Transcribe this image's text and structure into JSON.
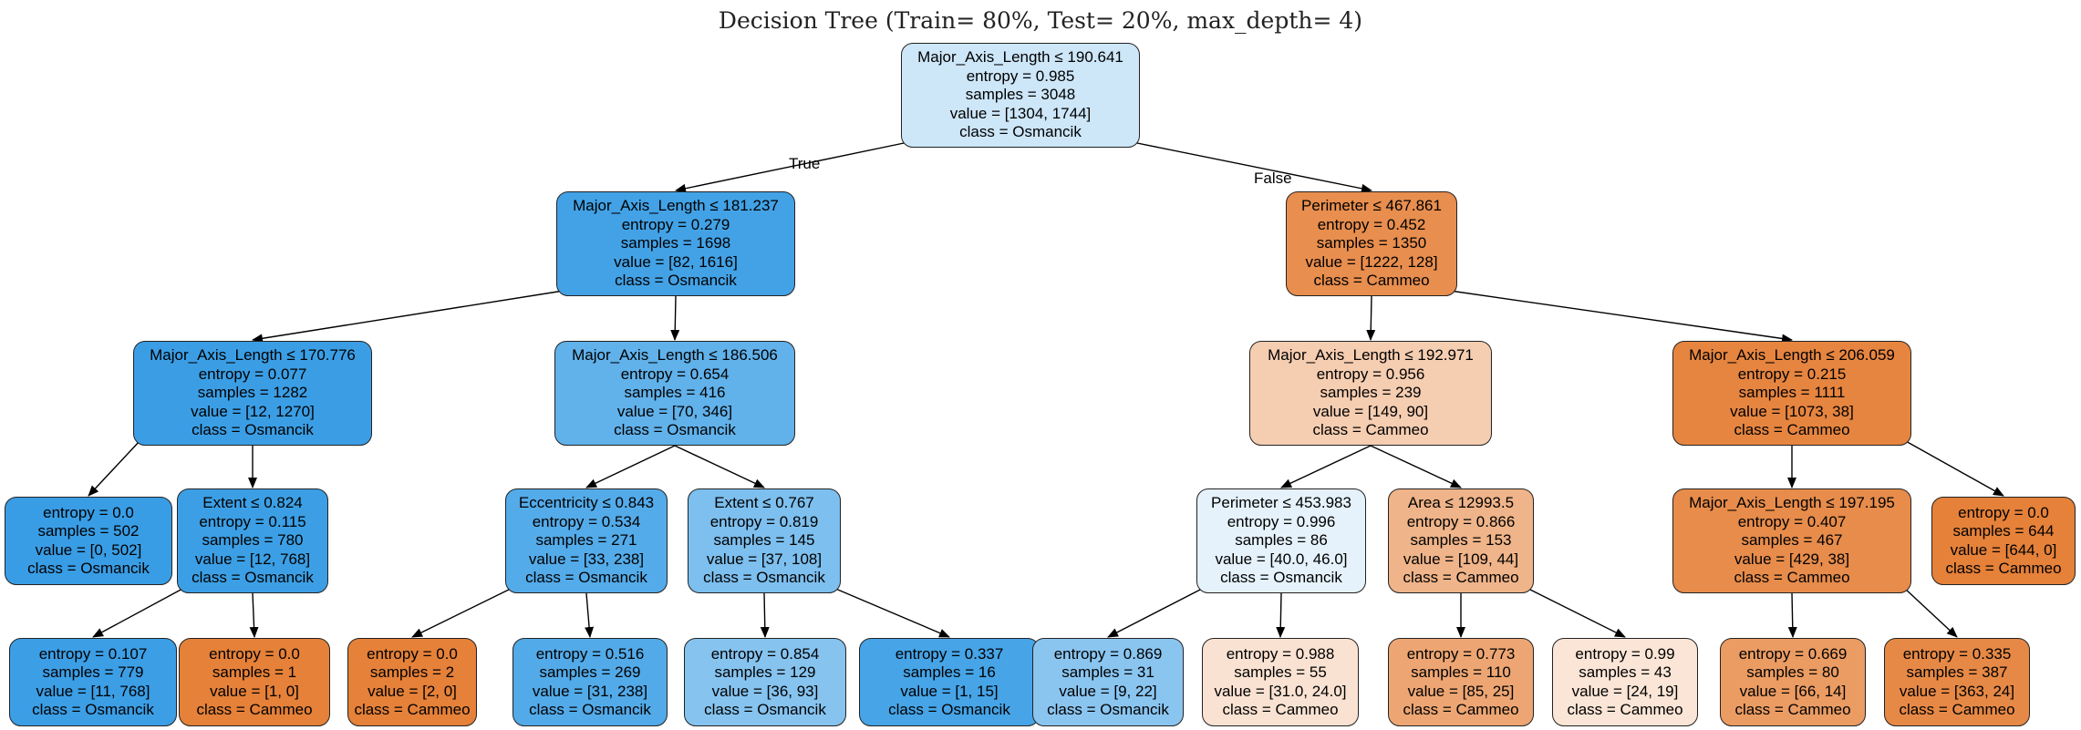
{
  "title": "Decision Tree (Train= 80%, Test= 20%, max_depth= 4)",
  "edge_labels": {
    "true": "True",
    "false": "False"
  },
  "colors": {
    "blue_dark": "#399de5",
    "orange_dark": "#e58139"
  },
  "nodes": [
    {
      "id": "n0",
      "lines": [
        "Major_Axis_Length ≤ 190.641",
        "entropy = 0.985",
        "samples = 3048",
        "value = [1304, 1744]",
        "class = Osmancik"
      ],
      "fill": "#cde6f8"
    },
    {
      "id": "n1",
      "lines": [
        "Major_Axis_Length ≤ 181.237",
        "entropy = 0.279",
        "samples = 1698",
        "value = [82, 1616]",
        "class = Osmancik"
      ],
      "fill": "#43a2e6"
    },
    {
      "id": "n2",
      "lines": [
        "Major_Axis_Length ≤ 170.776",
        "entropy = 0.077",
        "samples = 1282",
        "value = [12, 1270]",
        "class = Osmancik"
      ],
      "fill": "#3b9ee5"
    },
    {
      "id": "n3",
      "lines": [
        "entropy = 0.0",
        "samples = 502",
        "value = [0, 502]",
        "class = Osmancik"
      ],
      "fill": "#399de5"
    },
    {
      "id": "n4",
      "lines": [
        "Extent ≤ 0.824",
        "entropy = 0.115",
        "samples = 780",
        "value = [12, 768]",
        "class = Osmancik"
      ],
      "fill": "#3c9fe5"
    },
    {
      "id": "n5",
      "lines": [
        "entropy = 0.107",
        "samples = 779",
        "value = [11, 768]",
        "class = Osmancik"
      ],
      "fill": "#3c9ee5"
    },
    {
      "id": "n6",
      "lines": [
        "entropy = 0.0",
        "samples = 1",
        "value = [1, 0]",
        "class = Cammeo"
      ],
      "fill": "#e58139"
    },
    {
      "id": "n7",
      "lines": [
        "Major_Axis_Length ≤ 186.506",
        "entropy = 0.654",
        "samples = 416",
        "value = [70, 346]",
        "class = Osmancik"
      ],
      "fill": "#61b1ea"
    },
    {
      "id": "n8",
      "lines": [
        "Eccentricity ≤ 0.843",
        "entropy = 0.534",
        "samples = 271",
        "value = [33, 238]",
        "class = Osmancik"
      ],
      "fill": "#54abe9"
    },
    {
      "id": "n9",
      "lines": [
        "entropy = 0.0",
        "samples = 2",
        "value = [2, 0]",
        "class = Cammeo"
      ],
      "fill": "#e58139"
    },
    {
      "id": "n10",
      "lines": [
        "entropy = 0.516",
        "samples = 269",
        "value = [31, 238]",
        "class = Osmancik"
      ],
      "fill": "#53aae8"
    },
    {
      "id": "n11",
      "lines": [
        "Extent ≤ 0.767",
        "entropy = 0.819",
        "samples = 145",
        "value = [37, 108]",
        "class = Osmancik"
      ],
      "fill": "#7dbfee"
    },
    {
      "id": "n12",
      "lines": [
        "entropy = 0.854",
        "samples = 129",
        "value = [36, 93]",
        "class = Osmancik"
      ],
      "fill": "#86c3ef"
    },
    {
      "id": "n13",
      "lines": [
        "entropy = 0.337",
        "samples = 16",
        "value = [1, 15]",
        "class = Osmancik"
      ],
      "fill": "#46a4e7"
    },
    {
      "id": "n14",
      "lines": [
        "Perimeter ≤ 467.861",
        "entropy = 0.452",
        "samples = 1350",
        "value = [1222, 128]",
        "class = Cammeo"
      ],
      "fill": "#e88e4e"
    },
    {
      "id": "n15",
      "lines": [
        "Major_Axis_Length ≤ 192.971",
        "entropy = 0.956",
        "samples = 239",
        "value = [149, 90]",
        "class = Cammeo"
      ],
      "fill": "#f5cdb1"
    },
    {
      "id": "n16",
      "lines": [
        "Perimeter ≤ 453.983",
        "entropy = 0.996",
        "samples = 86",
        "value = [40.0, 46.0]",
        "class = Osmancik"
      ],
      "fill": "#e5f2fc"
    },
    {
      "id": "n17",
      "lines": [
        "entropy = 0.869",
        "samples = 31",
        "value = [9, 22]",
        "class = Osmancik"
      ],
      "fill": "#8ac5f0"
    },
    {
      "id": "n18",
      "lines": [
        "entropy = 0.988",
        "samples = 55",
        "value = [31.0, 24.0]",
        "class = Cammeo"
      ],
      "fill": "#f9e2d2"
    },
    {
      "id": "n19",
      "lines": [
        "Area ≤ 12993.5",
        "entropy = 0.866",
        "samples = 153",
        "value = [109, 44]",
        "class = Cammeo"
      ],
      "fill": "#efb489"
    },
    {
      "id": "n20",
      "lines": [
        "entropy = 0.773",
        "samples = 110",
        "value = [85, 25]",
        "class = Cammeo"
      ],
      "fill": "#eda673"
    },
    {
      "id": "n21",
      "lines": [
        "entropy = 0.99",
        "samples = 43",
        "value = [24, 19]",
        "class = Cammeo"
      ],
      "fill": "#fae5d6"
    },
    {
      "id": "n22",
      "lines": [
        "Major_Axis_Length ≤ 206.059",
        "entropy = 0.215",
        "samples = 1111",
        "value = [1073, 38]",
        "class = Cammeo"
      ],
      "fill": "#e68540"
    },
    {
      "id": "n23",
      "lines": [
        "Major_Axis_Length ≤ 197.195",
        "entropy = 0.407",
        "samples = 467",
        "value = [429, 38]",
        "class = Cammeo"
      ],
      "fill": "#e78c4b"
    },
    {
      "id": "n24",
      "lines": [
        "entropy = 0.669",
        "samples = 80",
        "value = [66, 14]",
        "class = Cammeo"
      ],
      "fill": "#eb9c63"
    },
    {
      "id": "n25",
      "lines": [
        "entropy = 0.335",
        "samples = 387",
        "value = [363, 24]",
        "class = Cammeo"
      ],
      "fill": "#e78946"
    },
    {
      "id": "n26",
      "lines": [
        "entropy = 0.0",
        "samples = 644",
        "value = [644, 0]",
        "class = Cammeo"
      ],
      "fill": "#e58139"
    }
  ],
  "edges": [
    [
      "n0",
      "n1"
    ],
    [
      "n0",
      "n14"
    ],
    [
      "n1",
      "n2"
    ],
    [
      "n1",
      "n7"
    ],
    [
      "n2",
      "n3"
    ],
    [
      "n2",
      "n4"
    ],
    [
      "n4",
      "n5"
    ],
    [
      "n4",
      "n6"
    ],
    [
      "n7",
      "n8"
    ],
    [
      "n7",
      "n11"
    ],
    [
      "n8",
      "n9"
    ],
    [
      "n8",
      "n10"
    ],
    [
      "n11",
      "n12"
    ],
    [
      "n11",
      "n13"
    ],
    [
      "n14",
      "n15"
    ],
    [
      "n14",
      "n22"
    ],
    [
      "n15",
      "n16"
    ],
    [
      "n15",
      "n19"
    ],
    [
      "n16",
      "n17"
    ],
    [
      "n16",
      "n18"
    ],
    [
      "n19",
      "n20"
    ],
    [
      "n19",
      "n21"
    ],
    [
      "n22",
      "n23"
    ],
    [
      "n22",
      "n26"
    ],
    [
      "n23",
      "n24"
    ],
    [
      "n23",
      "n25"
    ]
  ]
}
